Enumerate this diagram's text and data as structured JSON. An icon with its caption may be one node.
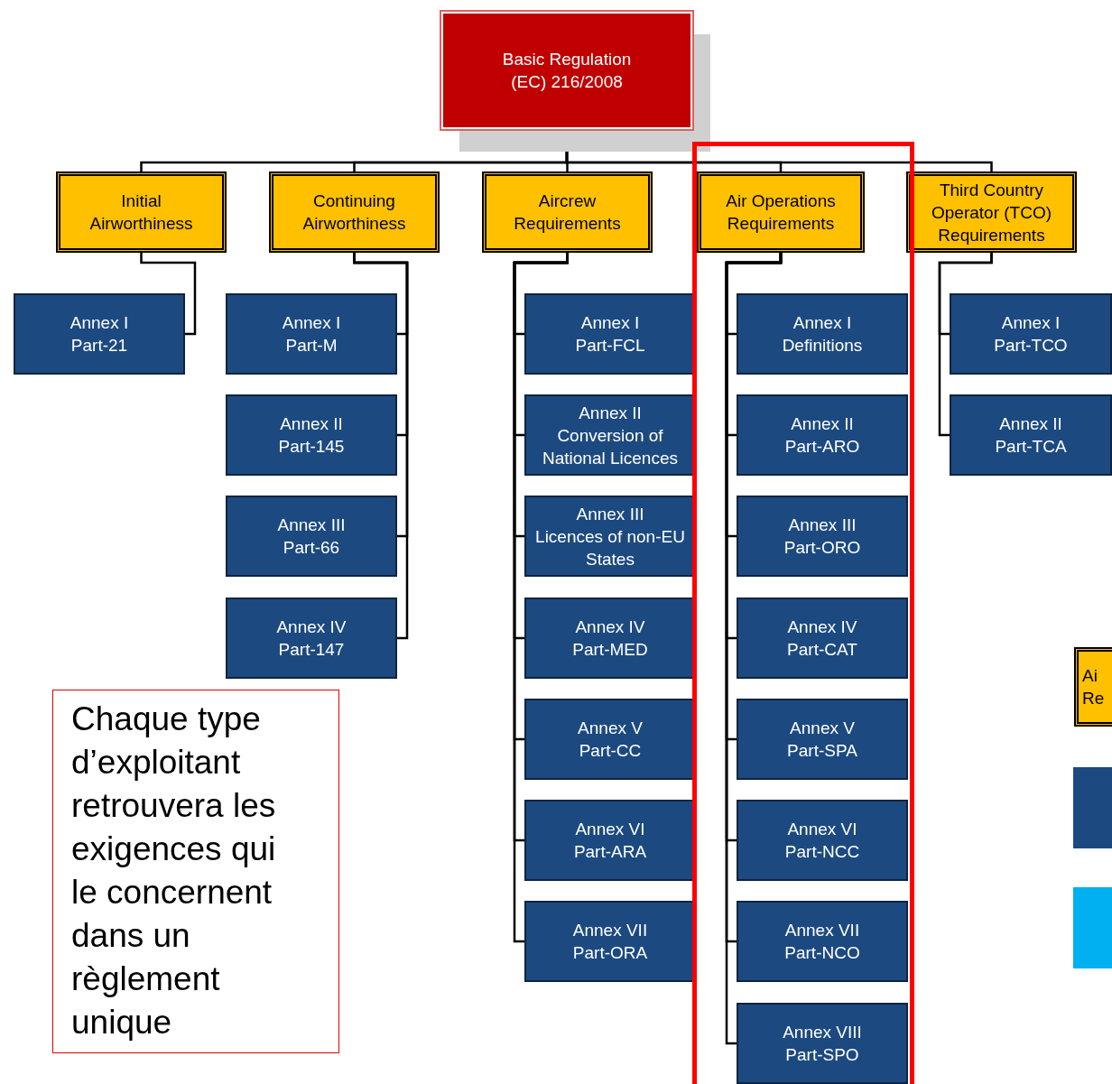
{
  "diagram": {
    "nodes": [
      {
        "text": [
          "Basic Regulation (EC) 216/2008"
        ]
      },
      {
        "text": [
          "Initial Airworthiness"
        ]
      },
      {
        "text": [
          "Continuing Airworthiness"
        ]
      },
      {
        "text": [
          "Aircrew Requirements"
        ]
      },
      {
        "text": [
          "Air Operations Requirements"
        ]
      },
      {
        "text": [
          "Third Country Operator (TCO) Requirements"
        ]
      },
      {
        "text": [
          "Annex I",
          "Part-21"
        ]
      },
      {
        "text": [
          "Annex I",
          "Part-M"
        ]
      },
      {
        "text": [
          "Annex II",
          "Part-145"
        ]
      },
      {
        "text": [
          "Annex III",
          "Part-66"
        ]
      },
      {
        "text": [
          "Annex IV",
          "Part-147"
        ]
      },
      {
        "text": [
          "Annex I",
          "Part-FCL"
        ]
      },
      {
        "text": [
          "Annex II",
          "Conversion of National Licences"
        ]
      },
      {
        "text": [
          "Annex III",
          "Licences of non-EU States"
        ]
      },
      {
        "text": [
          "Annex IV",
          "Part-MED"
        ]
      },
      {
        "text": [
          "Annex V",
          "Part-CC"
        ]
      },
      {
        "text": [
          "Annex VI",
          "Part-ARA"
        ]
      },
      {
        "text": [
          "Annex VII",
          "Part-ORA"
        ]
      },
      {
        "text": [
          "Annex I",
          "Definitions"
        ]
      },
      {
        "text": [
          "Annex II",
          "Part-ARO"
        ]
      },
      {
        "text": [
          "Annex III",
          "Part-ORO"
        ]
      },
      {
        "text": [
          "Annex IV",
          "Part-CAT"
        ]
      },
      {
        "text": [
          "Annex V",
          "Part-SPA"
        ]
      },
      {
        "text": [
          "Annex VI",
          "Part-NCC"
        ]
      },
      {
        "text": [
          "Annex VII",
          "Part-NCO"
        ]
      },
      {
        "text": [
          "Annex VIII",
          "Part-SPO"
        ]
      },
      {
        "text": [
          "Annex I",
          "Part-TCO"
        ]
      },
      {
        "text": [
          "Annex II",
          "Part-TCA"
        ]
      },
      {
        "text": [
          "Chaque type d’exploitant retrouvera les exigences qui le concernent dans un règlement unique"
        ]
      },
      {
        "text": [
          "Ai",
          "Re"
        ]
      },
      {
        "text": [],
        "shape": "box"
      },
      {
        "text": [],
        "shape": "box"
      }
    ],
    "edges": [
      {
        "from": 0,
        "to": 1,
        "arrow": "none"
      },
      {
        "from": 0,
        "to": 2,
        "arrow": "none"
      },
      {
        "from": 0,
        "to": 3,
        "arrow": "none"
      },
      {
        "from": 0,
        "to": 4,
        "arrow": "none"
      },
      {
        "from": 0,
        "to": 5,
        "arrow": "none"
      },
      {
        "from": 1,
        "to": 6,
        "arrow": "none"
      },
      {
        "from": 2,
        "to": 7,
        "arrow": "none"
      },
      {
        "from": 2,
        "to": 8,
        "arrow": "none"
      },
      {
        "from": 2,
        "to": 9,
        "arrow": "none"
      },
      {
        "from": 2,
        "to": 10,
        "arrow": "none"
      },
      {
        "from": 3,
        "to": 11,
        "arrow": "none"
      },
      {
        "from": 3,
        "to": 12,
        "arrow": "none"
      },
      {
        "from": 3,
        "to": 13,
        "arrow": "none"
      },
      {
        "from": 3,
        "to": 14,
        "arrow": "none"
      },
      {
        "from": 3,
        "to": 15,
        "arrow": "none"
      },
      {
        "from": 3,
        "to": 16,
        "arrow": "none"
      },
      {
        "from": 3,
        "to": 17,
        "arrow": "none"
      },
      {
        "from": 4,
        "to": 18,
        "arrow": "none"
      },
      {
        "from": 4,
        "to": 19,
        "arrow": "none"
      },
      {
        "from": 4,
        "to": 20,
        "arrow": "none"
      },
      {
        "from": 4,
        "to": 21,
        "arrow": "none"
      },
      {
        "from": 4,
        "to": 22,
        "arrow": "none"
      },
      {
        "from": 4,
        "to": 23,
        "arrow": "none"
      },
      {
        "from": 4,
        "to": 24,
        "arrow": "none"
      },
      {
        "from": 4,
        "to": 25,
        "arrow": "none"
      },
      {
        "from": 5,
        "to": 26,
        "arrow": "none"
      },
      {
        "from": 5,
        "to": 27,
        "arrow": "none"
      }
    ]
  }
}
